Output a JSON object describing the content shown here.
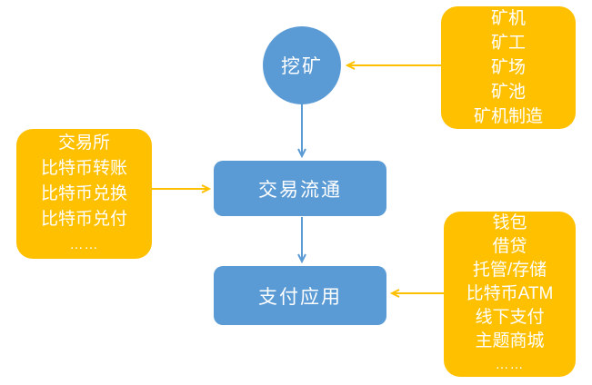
{
  "colors": {
    "yellow": "#FFC000",
    "blue": "#5B9BD5",
    "text": "#FFFFFF",
    "background": "#FFFFFF"
  },
  "nodes": {
    "mining": {
      "label": "挖矿"
    },
    "trading": {
      "label": "交易流通"
    },
    "payment": {
      "label": "支付应用"
    }
  },
  "boxes": {
    "mining_ecosystem": {
      "lines": [
        "矿机",
        "矿工",
        "矿场",
        "矿池",
        "矿机制造"
      ]
    },
    "exchange": {
      "lines": [
        "交易所",
        "比特币转账",
        "比特币兑换",
        "比特币兑付",
        "……"
      ]
    },
    "payment_apps": {
      "lines": [
        "钱包",
        "借贷",
        "托管/存储",
        "比特币ATM",
        "线下支付",
        "主题商城",
        "……"
      ]
    }
  },
  "arrows": {
    "mining_ecosystem_to_mining": "yellow-left",
    "mining_to_trading": "blue-down",
    "exchange_to_trading": "yellow-right",
    "trading_to_payment": "blue-down",
    "payment_apps_to_payment": "yellow-left"
  }
}
